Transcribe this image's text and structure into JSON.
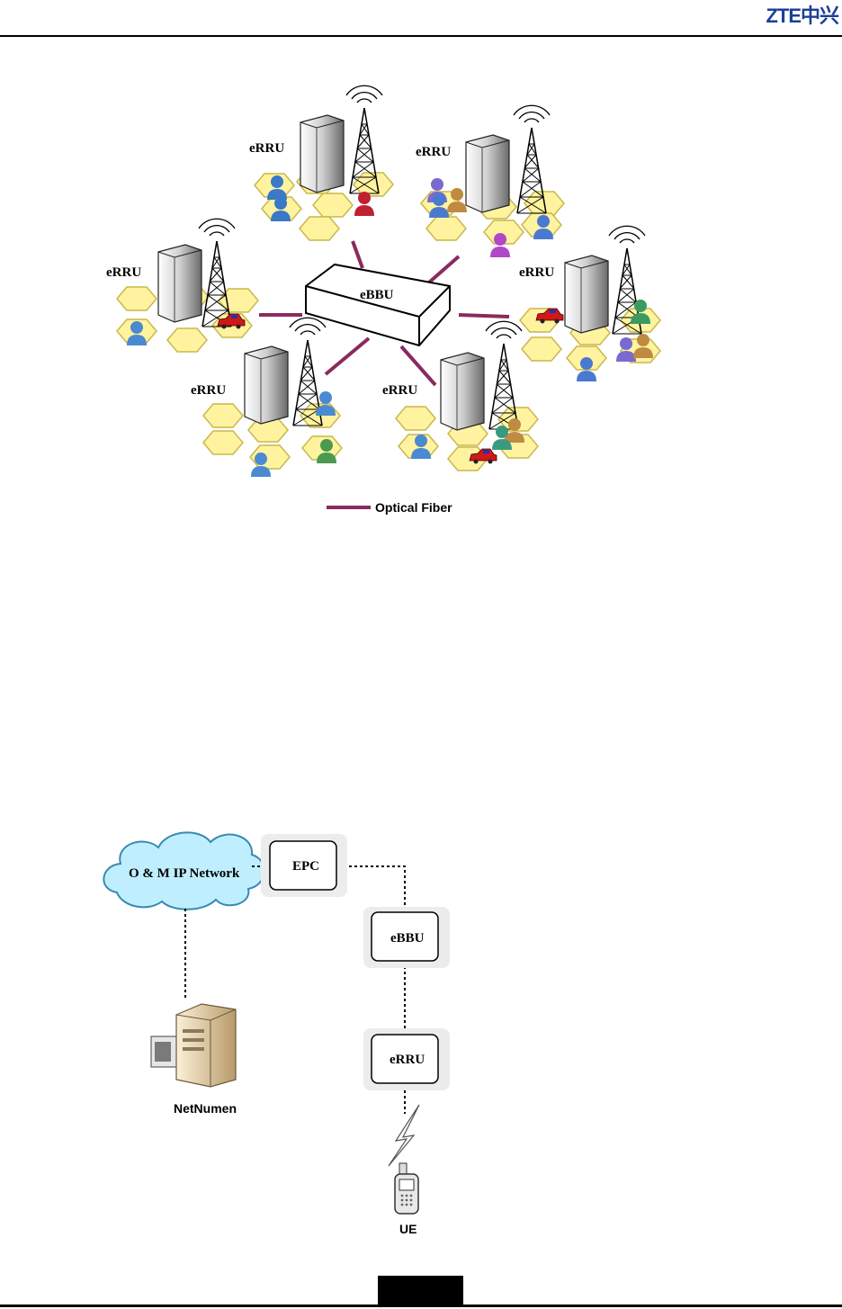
{
  "header": {
    "logo_text": "ZTE中兴"
  },
  "diagram1": {
    "center_label": "eBBU",
    "rru_labels": [
      "eRRU",
      "eRRU",
      "eRRU",
      "eRRU",
      "eRRU",
      "eRRU"
    ],
    "legend_label": "Optical Fiber",
    "colors": {
      "fiber": "#8b2a5e",
      "hex_fill": "#fff3a0",
      "hex_stroke": "#c9b84a"
    }
  },
  "diagram2": {
    "cloud_label": "O &  M IP Network",
    "epc_label": "EPC",
    "ebbu_label": "eBBU",
    "erru_label": "eRRU",
    "netnumen_label": "NetNumen",
    "ue_label": "UE"
  }
}
